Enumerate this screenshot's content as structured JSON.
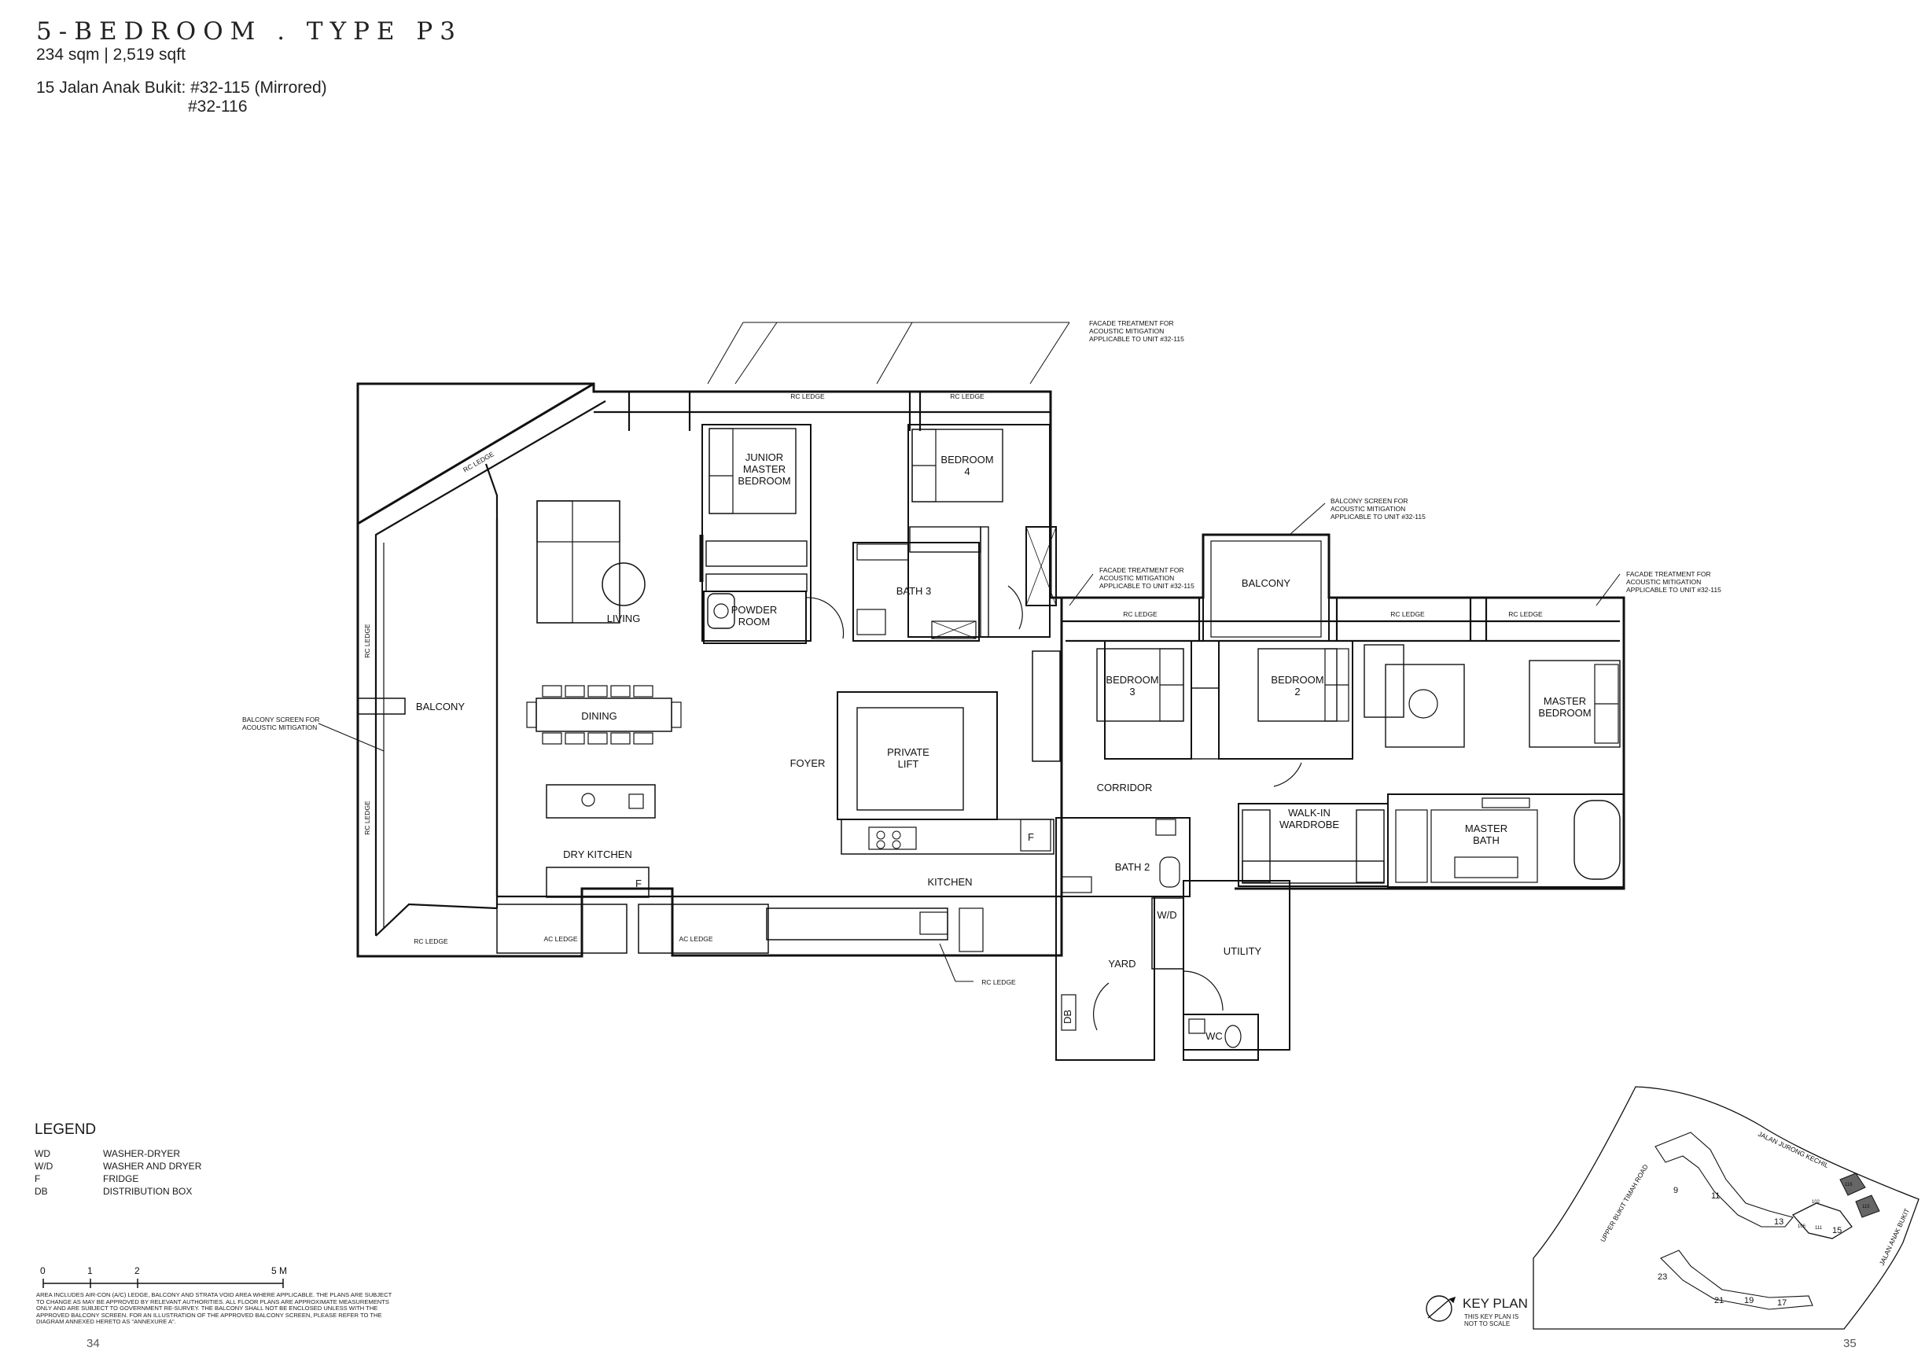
{
  "header": {
    "title": "5-BEDROOM . TYPE P3",
    "area": "234 sqm | 2,519 sqft",
    "address_line": "15 Jalan Anak Bukit: #32-115 (Mirrored)",
    "address_line2": "#32-116"
  },
  "rooms": {
    "junior_master_1": "JUNIOR",
    "junior_master_2": "MASTER",
    "junior_master_3": "BEDROOM",
    "bedroom4_1": "BEDROOM",
    "bedroom4_2": "4",
    "bath3": "BATH 3",
    "powder_1": "POWDER",
    "powder_2": "ROOM",
    "living": "LIVING",
    "dining": "DINING",
    "balcony_left": "BALCONY",
    "balcony_top": "BALCONY",
    "dry_kitchen": "DRY KITCHEN",
    "foyer": "FOYER",
    "private_lift_1": "PRIVATE",
    "private_lift_2": "LIFT",
    "kitchen": "KITCHEN",
    "corridor": "CORRIDOR",
    "bedroom3_1": "BEDROOM",
    "bedroom3_2": "3",
    "bedroom2_1": "BEDROOM",
    "bedroom2_2": "2",
    "master_bedroom_1": "MASTER",
    "master_bedroom_2": "BEDROOM",
    "walkin_1": "WALK-IN",
    "walkin_2": "WARDROBE",
    "master_bath_1": "MASTER",
    "master_bath_2": "BATH",
    "bath2": "BATH 2",
    "wd": "W/D",
    "yard": "YARD",
    "utility": "UTILITY",
    "wc": "WC",
    "db": "DB",
    "fridge_dry": "F",
    "fridge_kitchen": "F"
  },
  "annotations": {
    "rc_ledge": "RC LEDGE",
    "ac_ledge": "AC LEDGE",
    "facade_1": "FACADE TREATMENT FOR",
    "facade_2": "ACOUSTIC MITIGATION",
    "facade_3": "APPLICABLE TO UNIT #32-115",
    "bscreen_1": "BALCONY SCREEN FOR",
    "bscreen_2": "ACOUSTIC MITIGATION",
    "bscreen_3": "APPLICABLE TO UNIT #32-115",
    "bscreen_left_1": "BALCONY SCREEN FOR",
    "bscreen_left_2": "ACOUSTIC MITIGATION"
  },
  "legend": {
    "title": "LEGEND",
    "items": [
      {
        "key": "WD",
        "value": "WASHER-DRYER"
      },
      {
        "key": "W/D",
        "value": "WASHER AND DRYER"
      },
      {
        "key": "F",
        "value": "FRIDGE"
      },
      {
        "key": "DB",
        "value": "DISTRIBUTION BOX"
      }
    ]
  },
  "scale": {
    "t0": "0",
    "t1": "1",
    "t2": "2",
    "t5": "5 M"
  },
  "notes": "AREA INCLUDES AIR-CON (A/C) LEDGE, BALCONY AND STRATA VOID AREA WHERE APPLICABLE. THE PLANS ARE SUBJECT TO CHANGE AS MAY BE APPROVED BY RELEVANT AUTHORITIES. ALL FLOOR PLANS ARE APPROXIMATE MEASUREMENTS ONLY AND ARE SUBJECT TO GOVERNMENT RE-SURVEY. THE BALCONY SHALL NOT BE ENCLOSED UNLESS WITH THE APPROVED BALCONY SCREEN. FOR AN ILLUSTRATION OF THE APPROVED BALCONY SCREEN, PLEASE REFER TO THE DIAGRAM ANNEXED HERETO AS \"ANNEXURE A\".",
  "keyplan": {
    "label": "KEY PLAN",
    "note1": "THIS KEY PLAN IS",
    "note2": "NOT TO SCALE",
    "road1": "JALAN JURONG KECHIL",
    "road2": "UPPER BUKIT TIMAH ROAD",
    "road3": "JALAN ANAK BUKIT",
    "blocks": [
      "9",
      "11",
      "13",
      "15",
      "23",
      "21",
      "19",
      "17",
      "106",
      "111",
      "102",
      "116",
      "115"
    ]
  },
  "page_numbers": {
    "left": "34",
    "right": "35"
  }
}
